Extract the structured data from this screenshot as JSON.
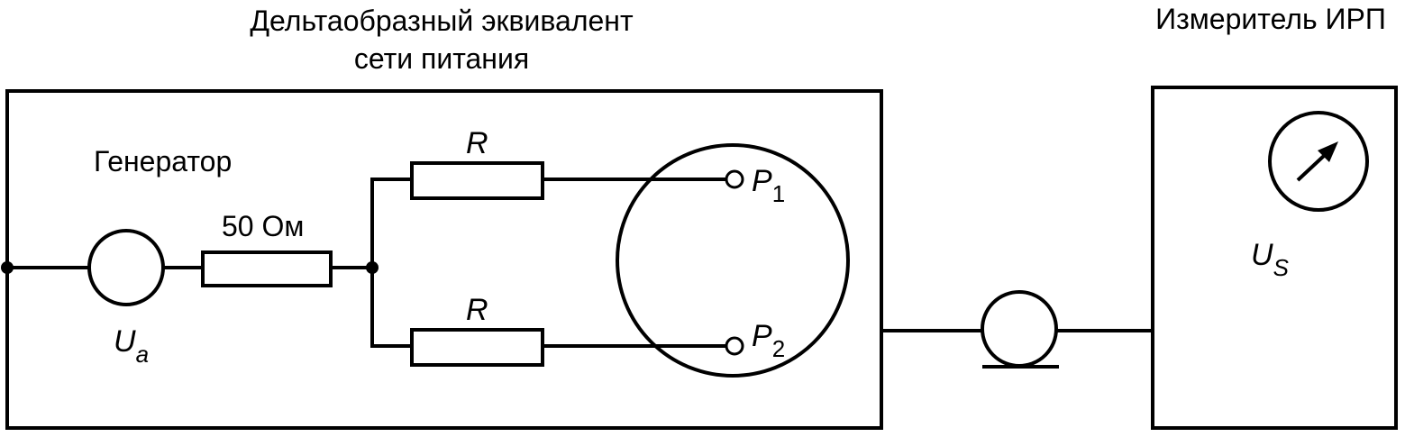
{
  "titles": {
    "delta_line1": "Дельтаобразный эквивалент",
    "delta_line2": "сети питания",
    "meter": "Измеритель ИРП"
  },
  "generator": {
    "label": "Генератор",
    "source_symbol": "U",
    "source_subscript": "a"
  },
  "resistors": {
    "series": "50 Ом",
    "upper": "R",
    "lower": "R"
  },
  "terminals": {
    "p1_symbol": "P",
    "p1_subscript": "1",
    "p2_symbol": "P",
    "p2_subscript": "2"
  },
  "meter": {
    "symbol": "U",
    "subscript": "S"
  }
}
